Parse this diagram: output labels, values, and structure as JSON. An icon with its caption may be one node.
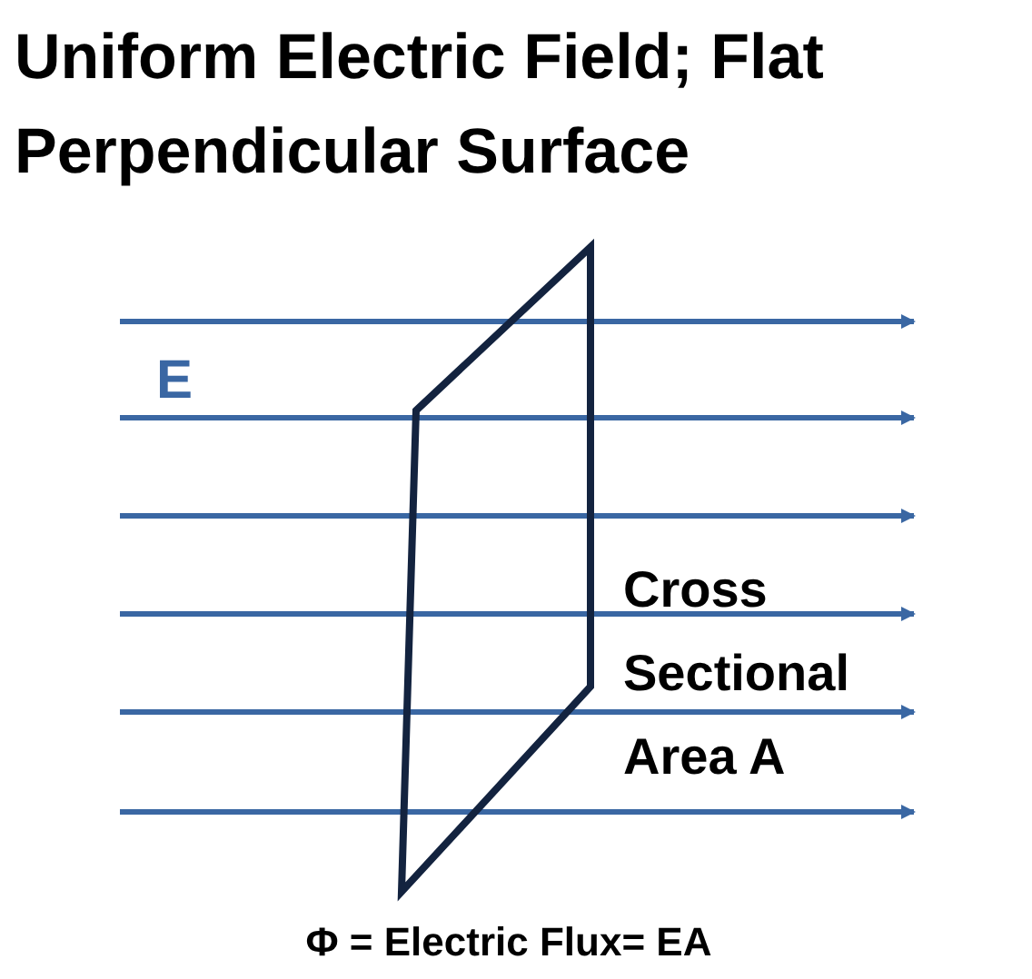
{
  "diagram": {
    "title": "Uniform Electric Field; Flat Perpendicular Surface",
    "caption": "Φ = Electric Flux= EA",
    "labels": [
      "E",
      "Cross Sectional Area A"
    ]
  }
}
